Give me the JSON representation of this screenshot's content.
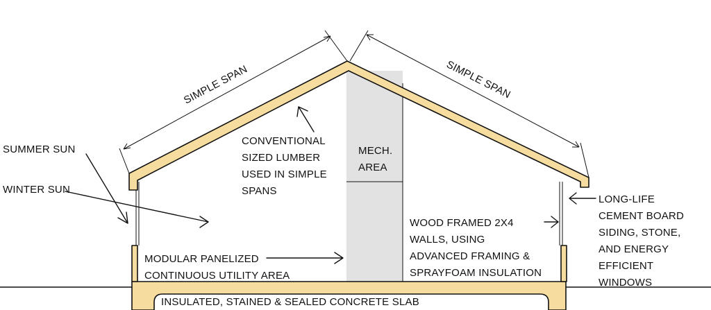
{
  "labels": {
    "simple_span_left": "SIMPLE SPAN",
    "simple_span_right": "SIMPLE SPAN",
    "lumber": [
      "CONVENTIONAL",
      "SIZED LUMBER",
      "USED IN SIMPLE",
      "SPANS"
    ],
    "mech_area": [
      "MECH.",
      "AREA"
    ],
    "summer_sun": "SUMMER SUN",
    "winter_sun": "WINTER SUN",
    "siding": [
      "LONG-LIFE",
      "CEMENT BOARD",
      "SIDING, STONE,",
      "AND ENERGY",
      "EFFICIENT",
      "WINDOWS"
    ],
    "walls": [
      "WOOD FRAMED 2X4",
      "WALLS, USING",
      "ADVANCED FRAMING &",
      "SPRAYFOAM INSULATION"
    ],
    "utility": [
      "MODULAR PANELIZED",
      "CONTINUOUS UTILITY AREA"
    ],
    "slab": "INSULATED, STAINED & SEALED CONCRETE SLAB"
  },
  "colors": {
    "wood": "#f6dd9f",
    "mech": "#e2e2e2",
    "ink": "#111111"
  }
}
